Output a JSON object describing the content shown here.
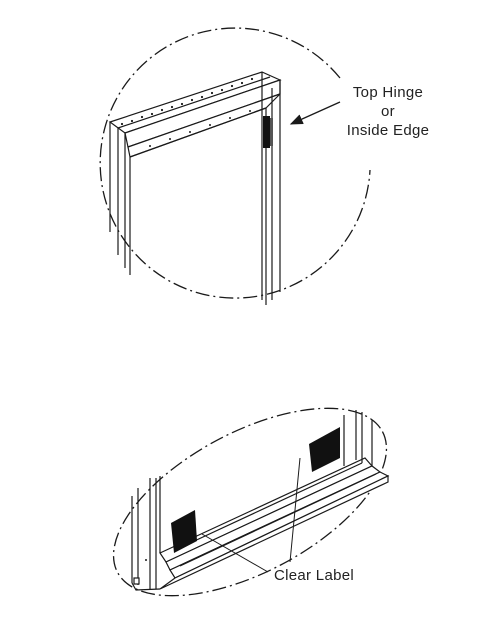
{
  "callouts": {
    "top": {
      "line1": "Top Hinge",
      "line2": "or",
      "line3": "Inside Edge"
    },
    "bottom": {
      "label": "Clear Label"
    }
  },
  "colors": {
    "ink": "#1a1a1a",
    "fill": "#ffffff",
    "label_dark": "#111111"
  }
}
